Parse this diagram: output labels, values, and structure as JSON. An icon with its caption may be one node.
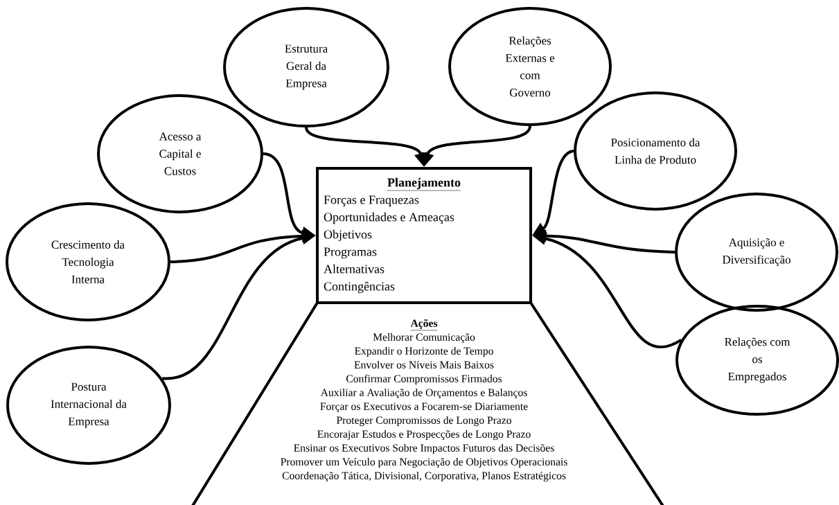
{
  "diagram": {
    "nodes": [
      {
        "text": [
          "Estrutura Geral da Empresa"
        ]
      },
      {
        "text": [
          "Relações Externas e com Governo"
        ]
      },
      {
        "text": [
          "Acesso a Capital e Custos"
        ]
      },
      {
        "text": [
          "Posicionamento da Linha de Produto"
        ]
      },
      {
        "text": [
          "Planejamento",
          "Forças e Fraquezas",
          "Oportunidades e Ameaças",
          "Objetivos",
          "Programas",
          "Alternativas",
          "Contingências"
        ]
      },
      {
        "text": [
          "Crescimento da Tecnologia Interna"
        ]
      },
      {
        "text": [
          "Aquisição e Diversificação"
        ]
      },
      {
        "text": [
          "Ações",
          "Melhorar Comunicação",
          "Expandir o Horizonte de Tempo",
          "Envolver os Níveis Mais Baixos",
          "Confirmar Compromissos Firmados",
          "Auxiliar a Avaliação de Orçamentos e Balanços",
          "Forçar os Executivos a Focarem-se Diariamente",
          "Proteger Compromissos de Longo Prazo",
          "Encorajar Estudos e Prospecções de Longo Prazo",
          "Ensinar os Executivos Sobre Impactos Futuros das Decisões",
          "Promover um Veículo para Negociação de Objetivos Operacionais",
          "Coordenação Tática, Divisional, Corporativa, Planos Estratégicos"
        ]
      },
      {
        "text": [
          "Postura Internacional da Empresa"
        ]
      },
      {
        "text": [
          "Relações com os Empregados"
        ]
      }
    ],
    "edges": [
      {
        "from": 0,
        "to": 4,
        "arrow": "to"
      },
      {
        "from": 1,
        "to": 4,
        "arrow": "to"
      },
      {
        "from": 2,
        "to": 4,
        "arrow": "to"
      },
      {
        "from": 5,
        "to": 4,
        "arrow": "to"
      },
      {
        "from": 8,
        "to": 4,
        "arrow": "to"
      },
      {
        "from": 3,
        "to": 4,
        "arrow": "to"
      },
      {
        "from": 6,
        "to": 4,
        "arrow": "to"
      },
      {
        "from": 9,
        "to": 4,
        "arrow": "to"
      }
    ]
  }
}
